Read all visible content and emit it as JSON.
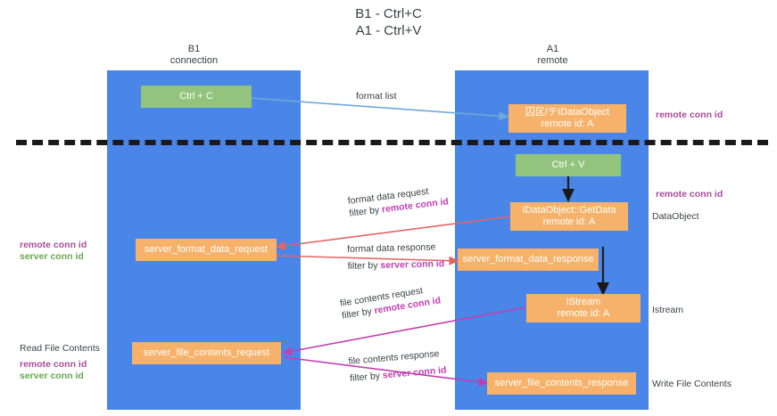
{
  "title": {
    "line1": "B1 - Ctrl+C",
    "line2": "A1 - Ctrl+V"
  },
  "lanes": [
    {
      "id": "b1",
      "name": "B1",
      "role": "connection"
    },
    {
      "id": "a1",
      "name": "A1",
      "role": "remote"
    }
  ],
  "boxes": {
    "ctrl_c": {
      "label": "Ctrl + C",
      "color": "#93c47d"
    },
    "ctrl_v": {
      "label": "Ctrl + V",
      "color": "#93c47d"
    },
    "idataobject_top": {
      "line1": "囚区/テIDataObject",
      "line2": "remote id: A",
      "color": "#f6b26b"
    },
    "idataobject_getdata": {
      "line1": "IDataObject::GetData",
      "line2": "remote id: A",
      "color": "#f6b26b"
    },
    "istream": {
      "line1": "IStream",
      "line2": "remote id: A",
      "color": "#f6b26b"
    },
    "server_format_data_request": {
      "label": "server_format_data_request",
      "color": "#f6b26b"
    },
    "server_format_data_response": {
      "label": "server_format_data_response",
      "color": "#f6b26b"
    },
    "server_file_contents_request": {
      "label": "server_file_contents_request",
      "color": "#f6b26b"
    },
    "server_file_contents_response": {
      "label": "server_file_contents_response",
      "color": "#f6b26b"
    }
  },
  "edges": {
    "format_list": {
      "label": "format list",
      "color": "#6fa8dc"
    },
    "format_data_request": {
      "label": "format data request",
      "filter_prefix": "filter by ",
      "filter_key": "remote conn id",
      "color": "#e06666"
    },
    "format_data_response": {
      "label": "format data response",
      "filter_prefix": "filter by ",
      "filter_key": "server conn id",
      "color": "#e06666"
    },
    "file_contents_request": {
      "label": "file contents request",
      "filter_prefix": "filter by ",
      "filter_key": "remote conn id",
      "color": "#c13fb0"
    },
    "file_contents_response": {
      "label": "file contents response",
      "filter_prefix": "filter by ",
      "filter_key": "server conn id",
      "color": "#c13fb0"
    }
  },
  "left_margin": {
    "remote_conn_id_1": "remote conn id",
    "server_conn_id_1": "server conn id",
    "read_file_contents": "Read File Contents",
    "remote_conn_id_2": "remote conn id",
    "server_conn_id_2": "server conn id"
  },
  "right_margin": {
    "remote_conn_id_1": "remote conn id",
    "remote_conn_id_2": "remote conn id",
    "dataobject": "DataObject",
    "istream": "Istream",
    "write_file_contents": "Write File Contents"
  },
  "colors": {
    "lane": "#4a86e8",
    "orange": "#f6b26b",
    "green": "#93c47d",
    "purple": "#a64d9a",
    "green_text": "#6aa84f",
    "magenta": "#c13fb0",
    "red_arrow": "#e06666",
    "blue_arrow": "#6fa8dc",
    "divider": "#1a1a1a"
  }
}
